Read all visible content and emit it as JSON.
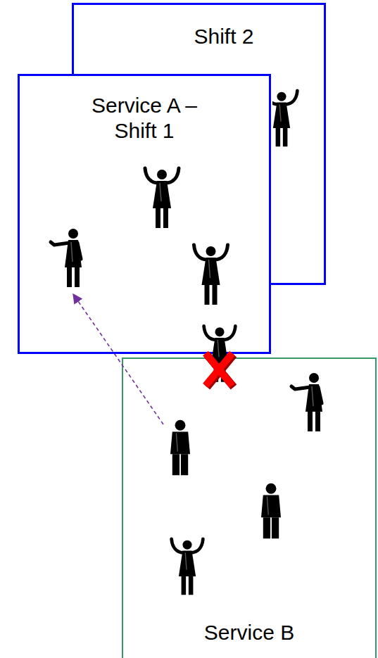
{
  "diagram": {
    "nodes": [
      {
        "text": [
          "Shift 2"
        ]
      },
      {
        "text": [
          "Service A – Shift 1"
        ]
      },
      {
        "text": [
          "Service B"
        ]
      }
    ]
  }
}
